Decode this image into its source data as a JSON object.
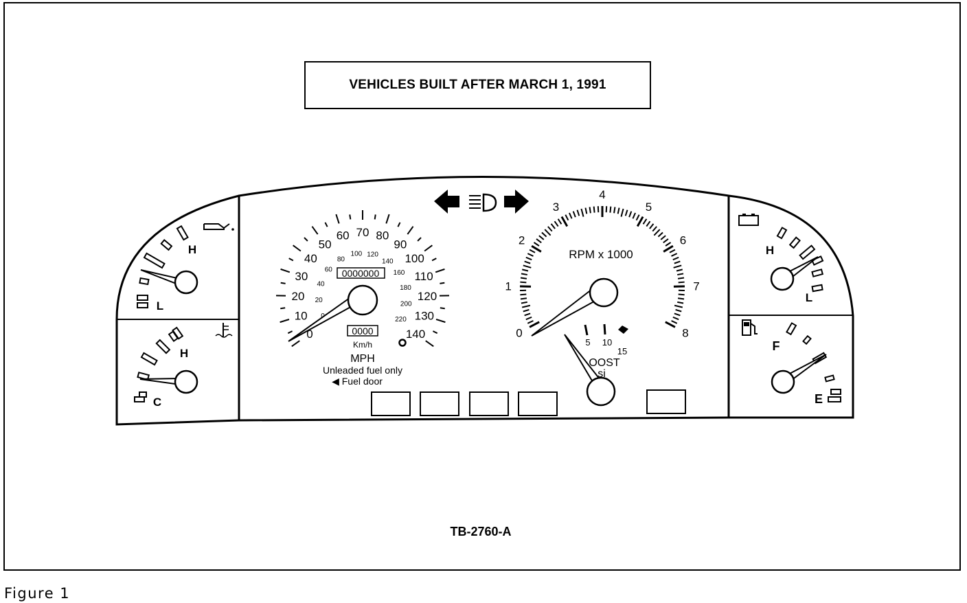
{
  "title": "VEHICLES BUILT AFTER MARCH 1, 1991",
  "diagram_code": "TB-2760-A",
  "figure_label": "Figure 1",
  "speedometer": {
    "mph_labels": [
      "0",
      "10",
      "20",
      "30",
      "40",
      "50",
      "60",
      "70",
      "80",
      "90",
      "100",
      "110",
      "120",
      "130",
      "140"
    ],
    "kmh_labels": [
      "0",
      "20",
      "40",
      "60",
      "80",
      "100",
      "120",
      "140",
      "160",
      "180",
      "200",
      "220"
    ],
    "odometer": "0000000",
    "trip": "0000",
    "kmh_unit": "Km/h",
    "unit": "MPH",
    "fuel_note": "Unleaded fuel only",
    "fuel_door": "◀ Fuel door"
  },
  "tachometer": {
    "labels": [
      "0",
      "1",
      "2",
      "3",
      "4",
      "5",
      "6",
      "7",
      "8"
    ],
    "caption": "RPM x 1000"
  },
  "boost_gauge": {
    "labels": [
      "5",
      "10",
      "15"
    ],
    "caption_line1": "OOST",
    "caption_line2": "si"
  },
  "oil_pressure_gauge": {
    "high": "H",
    "low": "L"
  },
  "coolant_temp_gauge": {
    "high": "H",
    "low": "C"
  },
  "voltmeter_gauge": {
    "high": "H",
    "low": "L"
  },
  "fuel_gauge": {
    "high": "F",
    "low": "E"
  },
  "colors": {
    "ink": "#000000",
    "paper": "#ffffff"
  }
}
